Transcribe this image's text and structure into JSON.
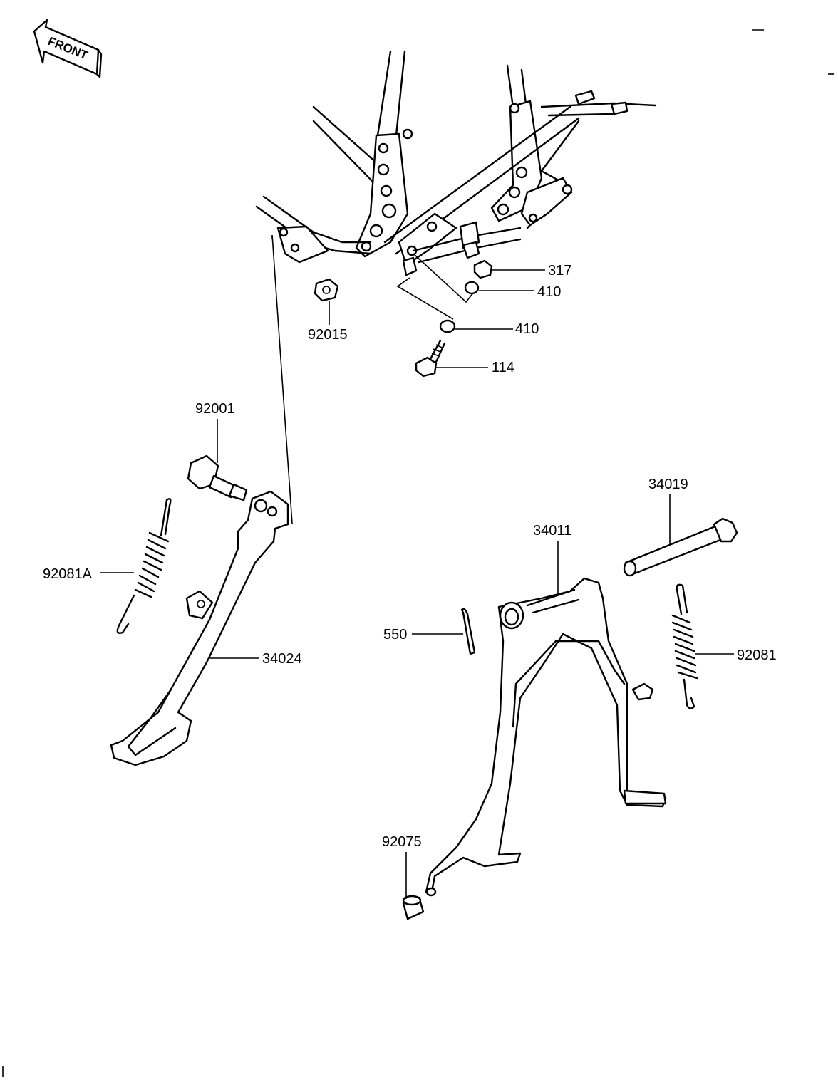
{
  "front_arrow": {
    "label": "FRONT"
  },
  "callouts": {
    "c317": "317",
    "c410a": "410",
    "c410b": "410",
    "c114": "114",
    "c92015": "92015",
    "c92001": "92001",
    "c92081A": "92081A",
    "c34024": "34024",
    "c34019": "34019",
    "c34011": "34011",
    "c550": "550",
    "c92081": "92081",
    "c92075": "92075"
  }
}
